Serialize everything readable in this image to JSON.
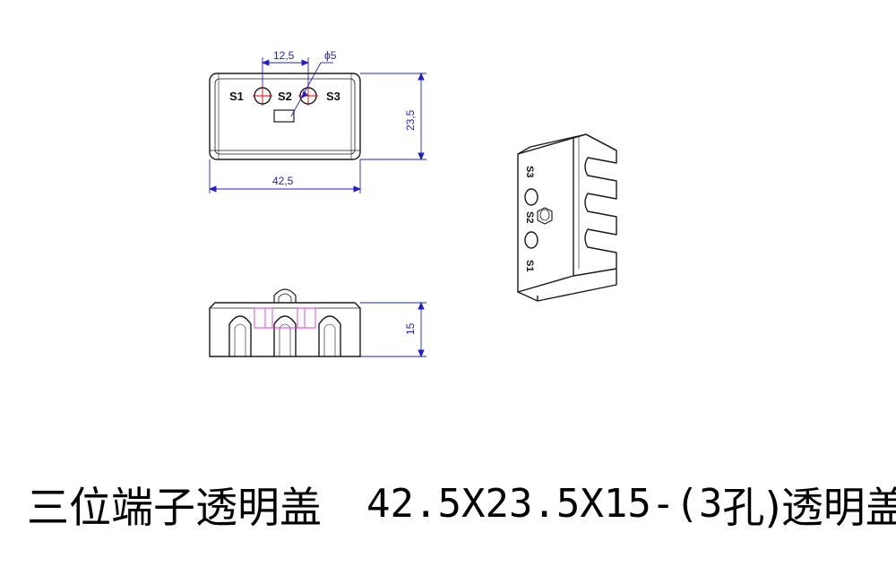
{
  "dimensions": {
    "pitch": "12,5",
    "hole_diameter": "ϕ5",
    "height": "23,5",
    "width": "42,5",
    "depth": "15"
  },
  "top_view_labels": {
    "s1": "S1",
    "s2": "S2",
    "s3": "S3"
  },
  "iso_view_labels": {
    "s1": "S1",
    "s2": "S2",
    "s3": "S3"
  },
  "caption": {
    "name": "三位端子透明盖",
    "code": "42.5X23.5X15-(3",
    "suffix": "孔)透明盖"
  },
  "colors": {
    "outline": "#1a1a1a",
    "dimension": "#1f1fc8",
    "hidden": "#e23ad0",
    "centerline": "#e00000"
  }
}
